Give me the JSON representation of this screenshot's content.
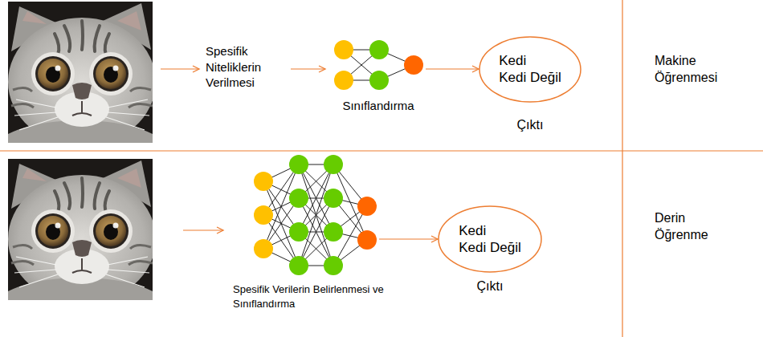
{
  "diagram": {
    "nodes": [
      {
        "text": [
          "Sınıflandırma"
        ]
      },
      {
        "text": [
          "Kedi",
          "Kedi Değil",
          "Çıktı"
        ]
      },
      {
        "text": [
          "Spesifik Verilerin Belirlenmesi ve Sınıflandırma"
        ]
      },
      {
        "text": [
          "Kedi",
          "Kedi Değil",
          "Çıktı"
        ]
      }
    ],
    "edges": [
      {
        "from": 0,
        "to": 1,
        "arrow": "to"
      },
      {
        "from": 2,
        "to": 3,
        "arrow": "to"
      }
    ],
    "labels": [
      "Spesifik Niteliklerin Verilmesi",
      "Makine Öğrenmesi",
      "Derin Öğrenme"
    ]
  }
}
